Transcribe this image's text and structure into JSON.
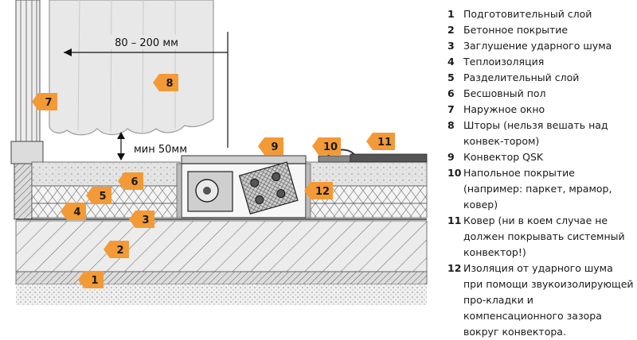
{
  "dimension": {
    "label": "80 – 200 мм"
  },
  "min_label": "мин 50мм",
  "badge_color": "#f39a36",
  "badges": [
    "1",
    "2",
    "3",
    "4",
    "5",
    "6",
    "7",
    "8",
    "9",
    "10",
    "11",
    "12"
  ],
  "legend": [
    {
      "num": "1",
      "text": "Подготовительный слой"
    },
    {
      "num": "2",
      "text": "Бетонное покрытие"
    },
    {
      "num": "3",
      "text": "Заглушение ударного шума"
    },
    {
      "num": "4",
      "text": "Теплоизоляция"
    },
    {
      "num": "5",
      "text": "Разделительный слой"
    },
    {
      "num": "6",
      "text": "Бесшовный пол"
    },
    {
      "num": "7",
      "text": "Наружное окно"
    },
    {
      "num": "8",
      "text": "Шторы (нельзя вешать над конвек-торoм)"
    },
    {
      "num": "9",
      "text": "Конвектор QSK"
    },
    {
      "num": "10",
      "text": "Напольное покрытие (например: паркет, мрамор, ковер)"
    },
    {
      "num": "11",
      "text": "Ковер (ни в коем случае не должен покрывать системный конвектор!)"
    },
    {
      "num": "12",
      "text": "Изоляция от ударного шума при помощи звукоизолирующей про-кладки и компенсационного зазора вокруг конвектора."
    }
  ]
}
